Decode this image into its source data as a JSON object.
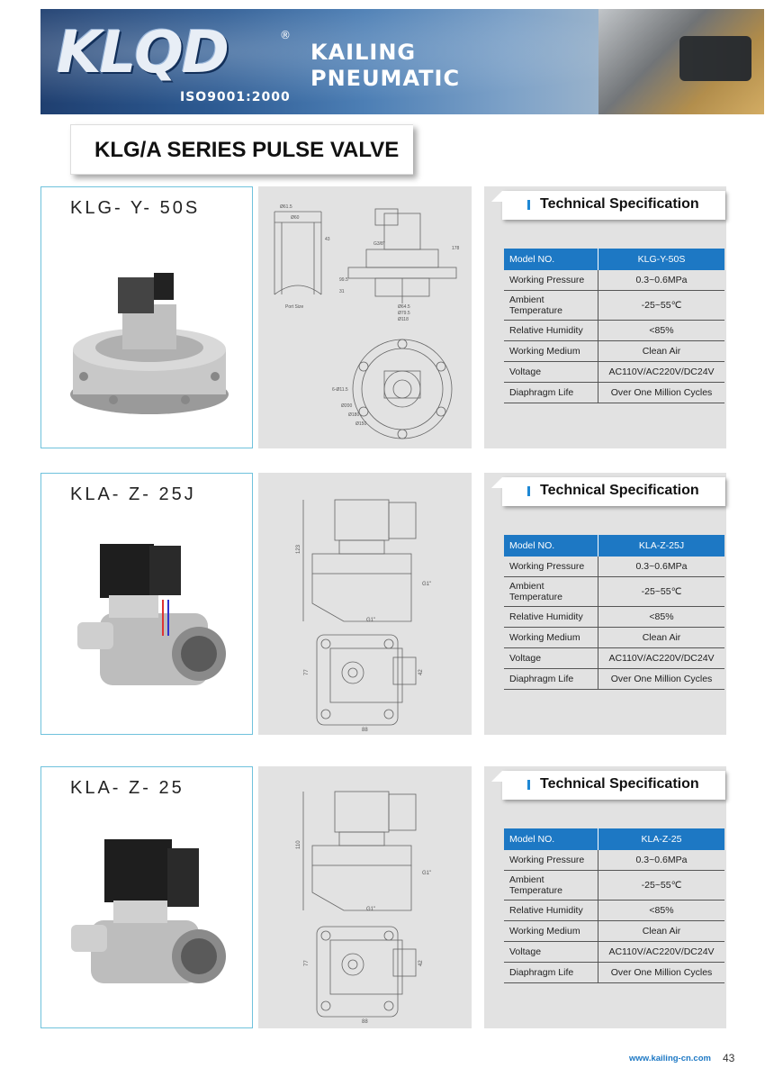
{
  "banner": {
    "logo": "KLQD",
    "reg": "®",
    "iso": "ISO9001:2000",
    "brand_line1": "KAILING",
    "brand_line2": "PNEUMATIC"
  },
  "title": "KLG/A SERIES PULSE VALVE",
  "sections": [
    {
      "model_label": "KLG- Y- 50S",
      "spec_title": "Technical Specification",
      "rows": [
        {
          "label": "Model NO.",
          "value": "KLG-Y-50S"
        },
        {
          "label": "Working Pressure",
          "value": "0.3~0.6MPa"
        },
        {
          "label": "Ambient Temperature",
          "value": "-25~55℃"
        },
        {
          "label": "Relative Humidity",
          "value": "<85%"
        },
        {
          "label": "Working Medium",
          "value": "Clean Air"
        },
        {
          "label": "Voltage",
          "value": "AC110V/AC220V/DC24V"
        },
        {
          "label": "Diaphragm Life",
          "value": "Over One Million Cycles"
        }
      ],
      "dims": {
        "d1": "Ø61.5",
        "d2": "Ø60",
        "h1": "43",
        "port": "Port Size",
        "h2": "178",
        "g": "G3/8\"",
        "h3": "99.5",
        "h4": "31",
        "d3": "Ø64.5",
        "d4": "Ø79.5",
        "d5": "Ø118",
        "holes": "6-Ø11.5",
        "c1": "Ø200",
        "c2": "Ø180",
        "c3": "Ø150"
      }
    },
    {
      "model_label": "KLA- Z- 25J",
      "spec_title": "Technical Specification",
      "rows": [
        {
          "label": "Model NO.",
          "value": "KLA-Z-25J"
        },
        {
          "label": "Working Pressure",
          "value": "0.3~0.6MPa"
        },
        {
          "label": "Ambient Temperature",
          "value": "-25~55℃"
        },
        {
          "label": "Relative Humidity",
          "value": "<85%"
        },
        {
          "label": "Working Medium",
          "value": "Clean Air"
        },
        {
          "label": "Voltage",
          "value": "AC110V/AC220V/DC24V"
        },
        {
          "label": "Diaphragm Life",
          "value": "Over One Million Cycles"
        }
      ],
      "dims": {
        "h": "123",
        "g1": "G1\"",
        "g2": "G1\"",
        "w": "77",
        "hh": "42",
        "b": "88"
      }
    },
    {
      "model_label": "KLA- Z- 25",
      "spec_title": "Technical Specification",
      "rows": [
        {
          "label": "Model NO.",
          "value": "KLA-Z-25"
        },
        {
          "label": "Working Pressure",
          "value": "0.3~0.6MPa"
        },
        {
          "label": "Ambient Temperature",
          "value": "-25~55℃"
        },
        {
          "label": "Relative Humidity",
          "value": "<85%"
        },
        {
          "label": "Working Medium",
          "value": "Clean Air"
        },
        {
          "label": "Voltage",
          "value": "AC110V/AC220V/DC24V"
        },
        {
          "label": "Diaphragm Life",
          "value": "Over One Million Cycles"
        }
      ],
      "dims": {
        "h": "110",
        "g1": "G1\"",
        "g2": "G1\"",
        "w": "77",
        "hh": "42",
        "b": "88"
      }
    }
  ],
  "footer": {
    "url": "www.kailing-cn.com",
    "page": "43"
  }
}
